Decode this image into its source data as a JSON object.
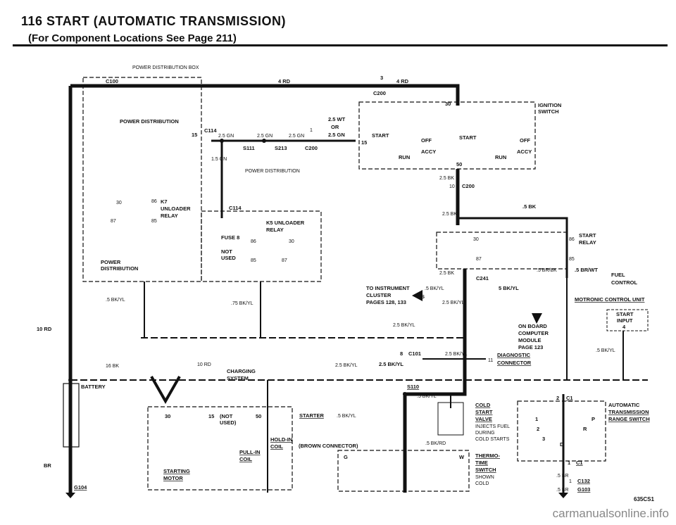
{
  "header": {
    "title": "116 START (AUTOMATIC TRANSMISSION)",
    "subtitle": "(For Component Locations See Page 211)"
  },
  "labels": {
    "power_distribution_box": "POWER DISTRIBUTION BOX",
    "c100": "C100",
    "power_distribution_1": "POWER DISTRIBUTION",
    "pin_15_a": "15",
    "c114_top": "C114",
    "wire_25gn_1": "2.5 GN",
    "wire_25gn_2": "2.5 GN",
    "wire_25gn_3": "2.5 GN",
    "pin_1": "1",
    "s111": "S111",
    "s213": "S213",
    "c200_a": "C200",
    "wire_15gn": "1.5 GN",
    "power_distribution_2": "POWER DISTRIBUTION",
    "wire_4rd_1": "4 RD",
    "pin_3": "3",
    "wire_4rd_2": "4 RD",
    "c200_b": "C200",
    "wire_25wt": "2.5 WT",
    "or": "OR",
    "wire_25gn_4": "2.5 GN",
    "ignition_switch_1": "IGNITION",
    "ignition_switch_2": "SWITCH",
    "pin_30_ign": "30",
    "start_left": "START",
    "start_right": "START",
    "off_left": "OFF",
    "off_right": "OFF",
    "accy_left": "ACCY",
    "accy_right": "ACCY",
    "run_left": "RUN",
    "run_right": "RUN",
    "pin_15_ign": "15",
    "pin_50": "50",
    "wire_25bk_1": "2.5 BK",
    "pin_10": "10",
    "c200_c": "C200",
    "k7_name": "K7",
    "k7_desc_1": "UNLOADER",
    "k7_desc_2": "RELAY",
    "k7_30": "30",
    "k7_86": "86",
    "k7_87": "87",
    "k7_85": "85",
    "power_distribution_3": "POWER",
    "power_distribution_4": "DISTRIBUTION",
    "c114_mid": "C114",
    "k5_1": "K5 UNLOADER",
    "k5_2": "RELAY",
    "fuse8": "FUSE 8",
    "not_used_1": "NOT",
    "not_used_2": "USED",
    "k5_86": "86",
    "k5_30": "30",
    "k5_85": "85",
    "k5_87": "87",
    "wire_25bk_2": "2.5 BK",
    "wire_5bk": ".5 BK",
    "start_relay_1": "START",
    "start_relay_2": "RELAY",
    "sr_30": "30",
    "sr_86": "86",
    "sr_87": "87",
    "sr_85": "85",
    "wire_25bk_3": "2.5 BK",
    "c241": "C241",
    "wire_5brbk": ".5 BR/BK",
    "wire_5brwt": ".5 BR/WT",
    "fuel_control_1": "FUEL",
    "fuel_control_2": "CONTROL",
    "wire_5bkyl_a": ".5 BK/YL",
    "wire_75bkyl": ".75 BK/YL",
    "to_inst_1": "TO INSTRUMENT",
    "to_inst_2": "CLUSTER",
    "to_inst_3": "PAGES 128, 133",
    "s_mark": "S",
    "wire_5bkyl_b": ".5 BK/YL",
    "wire_25bkyl_a": "2.5 BK/YL",
    "wire_5bkyl_c": "5 BK/YL",
    "p_mark": "P",
    "motronic": "MOTRONIC CONTROL UNIT",
    "start_input_1": "START",
    "start_input_2": "INPUT",
    "start_input_3": "4",
    "wire_10rd": "10 RD",
    "wire_25bkyl_b": "2.5 BK/YL",
    "obd_1": "ON BOARD",
    "obd_2": "COMPUTER",
    "obd_3": "MODULE",
    "obd_4": "PAGE 123",
    "diag_1": "DIAGNOSTIC",
    "diag_2": "CONNECTOR",
    "pin_11": "11",
    "pin_8": "8",
    "c101": "C101",
    "wire_25bkyl_c": "2.5 BK/YL",
    "wire_25bkyl_d": "2.5 BK/YL",
    "wire_25bkyl_e": "2.5 BK/YL",
    "wire_5bkyl_d": ".5 BK/YL",
    "wire_16bk": "16 BK",
    "wire_10rd_2": "10 RD",
    "charging_1": "CHARGING",
    "charging_2": "SYSTEM",
    "battery": "BATTERY",
    "br": "BR",
    "g104": "G104",
    "s110": "S110",
    "wire_5bkyl_e": ".5 BK/YL",
    "starter": "STARTER",
    "wire_5bkyl_f": ".5 BK/YL",
    "pin_30_st": "30",
    "pin_15_st": "15",
    "not_used_st_1": "(NOT",
    "not_used_st_2": "USED)",
    "pin_50_st": "50",
    "hold_in_1": "HOLD-IN",
    "hold_in_2": "COIL",
    "pull_in_1": "PULL-IN",
    "pull_in_2": "COIL",
    "starting_1": "STARTING",
    "starting_2": "MOTOR",
    "brown_conn": "(BROWN CONNECTOR)",
    "cold_1": "COLD",
    "cold_2": "START",
    "cold_3": "VALVE",
    "cold_4": "INJECTS FUEL",
    "cold_5": "DURING",
    "cold_6": "COLD STARTS",
    "wire_5bkrd": ".5 BK/RD",
    "pin_g": "G",
    "pin_w": "W",
    "thermo_1": "THERMO-",
    "thermo_2": "TIME",
    "thermo_3": "SWITCH",
    "thermo_4": "SHOWN",
    "thermo_5": "COLD",
    "auto_1": "AUTOMATIC",
    "auto_2": "TRANSMISSION",
    "auto_3": "RANGE SWITCH",
    "pin_2": "2",
    "c1_a": "C1",
    "pin_1_c1": "1",
    "c1_b": "C1",
    "wire_5br_1": ".5 BR",
    "pin_1_c132": "1",
    "c132": "C132",
    "wire_5br_2": ".5 BR",
    "g103": "G103",
    "sw_p": "P",
    "sw_r": "R",
    "sw_d": "D",
    "sw_1": "1",
    "sw_2": "2",
    "sw_3": "3",
    "fig_ref": "635CS1"
  },
  "watermark": "carmanualsonline.info"
}
